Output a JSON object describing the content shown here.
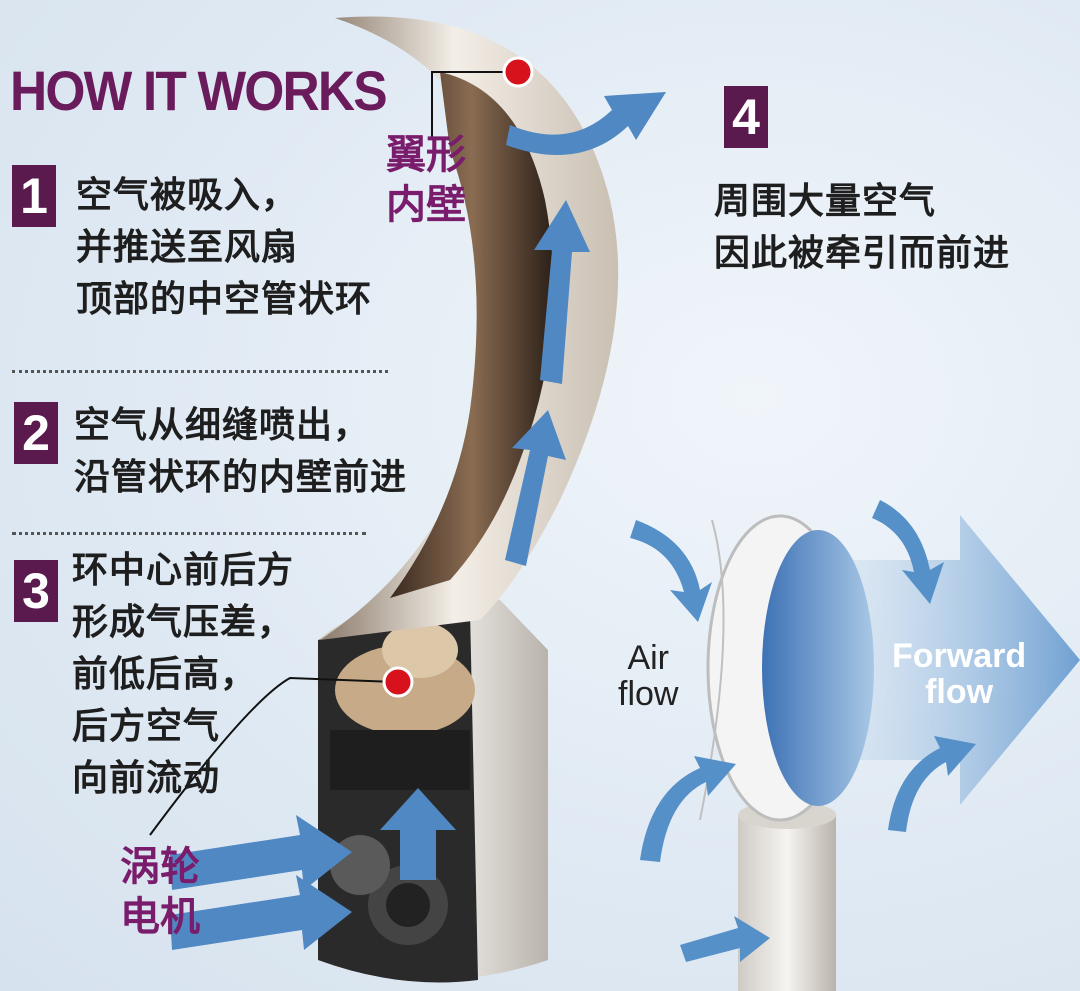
{
  "title": "HOW IT WORKS",
  "steps": [
    {
      "number": "1",
      "text": "空气被吸入，\n并推送至风扇\n顶部的中空管状环"
    },
    {
      "number": "2",
      "text": "空气从细缝喷出，\n沿管状环的内壁前进"
    },
    {
      "number": "3",
      "text": "环中心前后方\n形成气压差，\n前低后高，\n后方空气\n向前流动"
    },
    {
      "number": "4",
      "text": "周围大量空气\n因此被牵引而前进"
    }
  ],
  "labels": {
    "airfoil_wall": "翼形\n内壁",
    "turbo_motor": "涡轮\n电机",
    "air_flow": "Air\nflow",
    "forward_flow": "Forward\nflow"
  },
  "colors": {
    "title": "#6a1b5c",
    "badge": "#5a1a4e",
    "label": "#7a1c6c",
    "arrow": "#4f88c2",
    "marker": "#d8121c"
  }
}
